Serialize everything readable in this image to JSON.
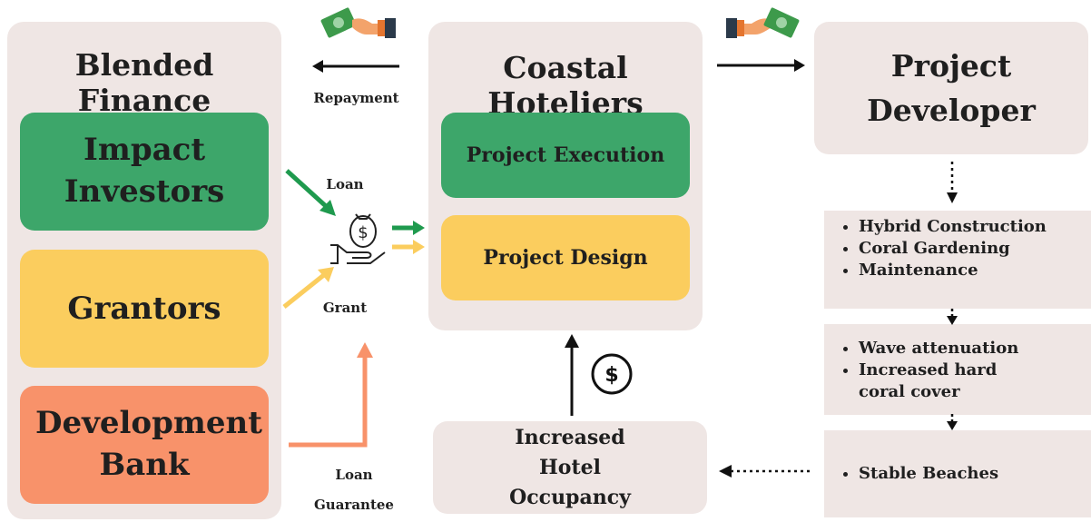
{
  "left": {
    "title": "Blended Finance",
    "boxes": [
      {
        "label": "Impact Investors",
        "color": "#3da66a"
      },
      {
        "label": "Grantors",
        "color": "#fbcd5e"
      },
      {
        "label": "Development Bank",
        "color": "#f8926a"
      }
    ]
  },
  "center": {
    "title": "Coastal Hoteliers",
    "execution": "Project Execution",
    "design": "Project Design",
    "occupancy": "Increased Hotel Occupancy"
  },
  "right": {
    "title": "Project Developer",
    "activities": [
      "Hybrid Construction",
      "Coral Gardening",
      "Maintenance"
    ],
    "outcomes": [
      "Wave attenuation",
      "Increased hard coral cover"
    ],
    "result": [
      "Stable Beaches"
    ]
  },
  "labels": {
    "repayment": "Repayment",
    "loan": "Loan",
    "grant": "Grant",
    "loan_guarantee_1": "Loan",
    "loan_guarantee_2": "Guarantee"
  },
  "colors": {
    "panel": "#efe6e4",
    "green": "#3da66a",
    "yellow": "#fbcd5e",
    "orange": "#f8926a"
  }
}
